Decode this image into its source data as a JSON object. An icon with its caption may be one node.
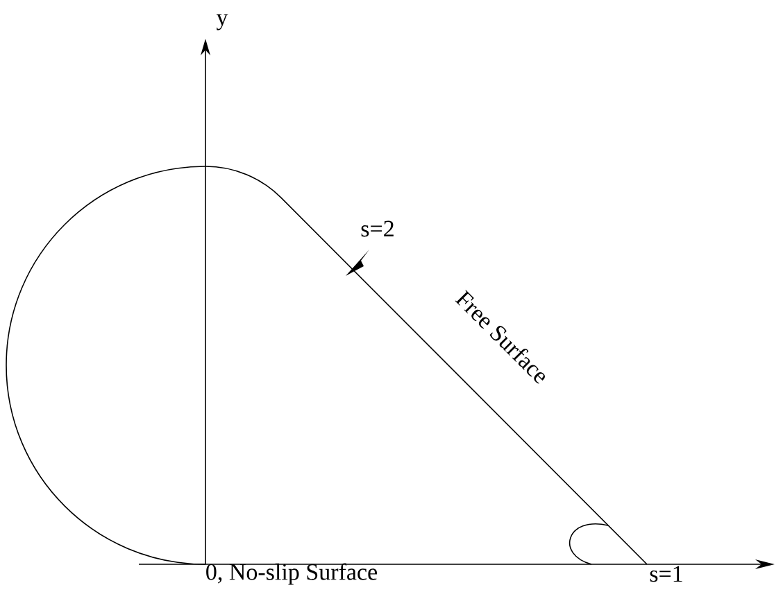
{
  "diagram": {
    "labels": [
      "y",
      "s=2",
      "Free Surface",
      "0, No-slip Surface",
      "s=1"
    ]
  }
}
